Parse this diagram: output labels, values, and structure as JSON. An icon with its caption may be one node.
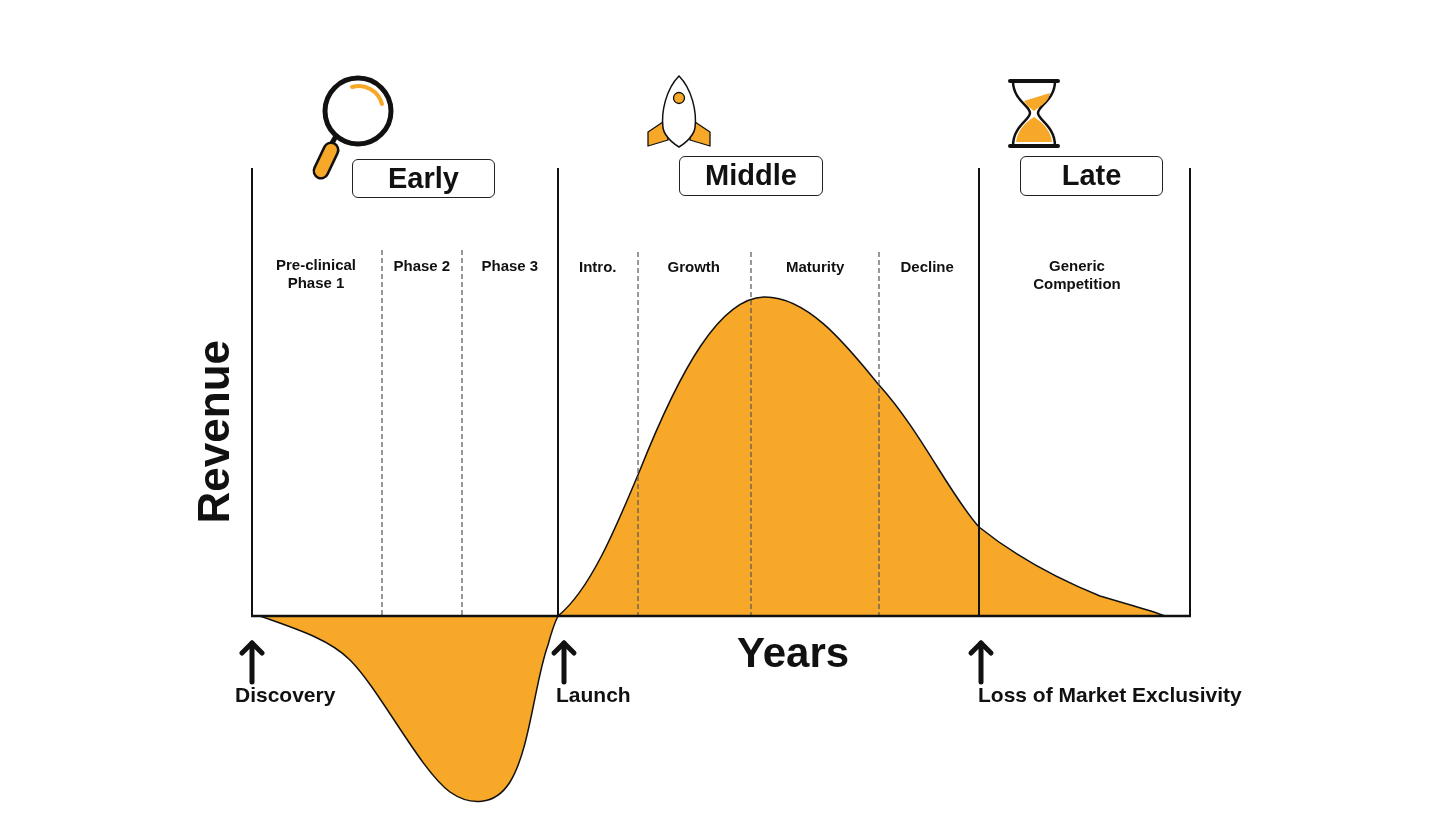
{
  "diagram": {
    "nodes": [
      {
        "text": [
          "Early"
        ]
      },
      {
        "text": [
          "Middle"
        ]
      },
      {
        "text": [
          "Late"
        ]
      },
      {
        "text": [
          "Discovery"
        ]
      },
      {
        "text": [
          "Launch"
        ]
      },
      {
        "text": [
          "Loss of Market Exclusivity"
        ]
      }
    ],
    "edges": [
      {
        "from": 3,
        "to": null,
        "arrow": "to"
      },
      {
        "from": 4,
        "to": null,
        "arrow": "to"
      },
      {
        "from": 5,
        "to": null,
        "arrow": "to"
      }
    ],
    "labels": [
      "Pre-clinical Phase 1",
      "Phase 2",
      "Phase 3",
      "Intro.",
      "Growth",
      "Maturity",
      "Decline",
      "Generic Competition",
      "Revenue",
      "Years"
    ]
  }
}
